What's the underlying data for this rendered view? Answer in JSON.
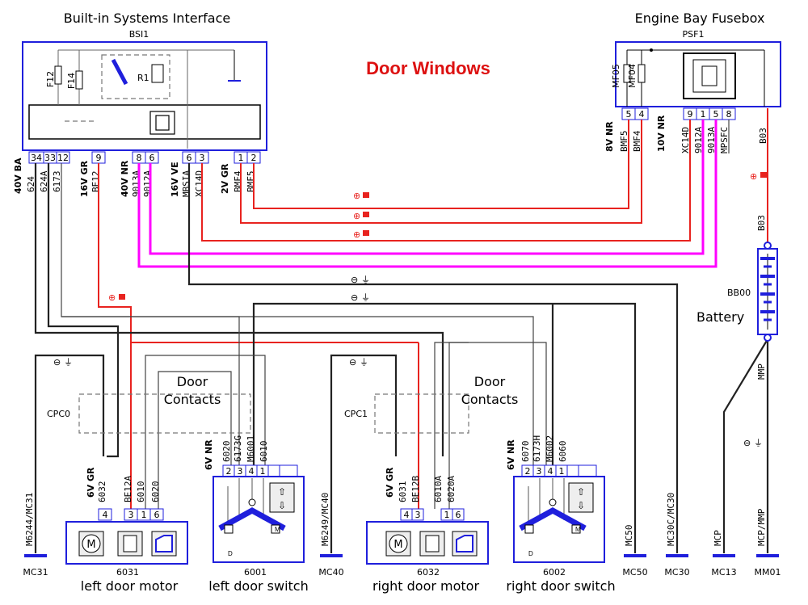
{
  "title": "Door Windows",
  "colors": {
    "title": "#dd1111",
    "box": "#1f1fdc",
    "red_wire": "#e8231f",
    "magenta_wire": "#ff00ff",
    "black_wire": "#222222"
  },
  "bsi": {
    "caption": "Built-in Systems Interface",
    "code": "BSI1",
    "fuse1": "F12",
    "fuse2": "F14",
    "relay": "R1",
    "pins": [
      "34",
      "33",
      "12",
      "9",
      "8",
      "6",
      "6",
      "3",
      "1",
      "2"
    ],
    "wires": [
      "624",
      "624A",
      "6173",
      "BE12",
      "9013A",
      "9012A",
      "MBSIA",
      "XC14D",
      "BMF4",
      "BMF5"
    ],
    "conn1": "40V BA",
    "conn2": "16V GR",
    "conn3": "40V NR",
    "conn4": "16V VE",
    "conn5": "2V GR"
  },
  "psf": {
    "caption": "Engine Bay Fusebox",
    "code": "PSF1",
    "fuse1": "MF05",
    "fuse2": "MF04",
    "pins_left": [
      "5",
      "4"
    ],
    "pins_right": [
      "9",
      "1",
      "5",
      "8"
    ],
    "wires_left": [
      "BMF5",
      "BMF4"
    ],
    "wires_right": [
      "XC14D",
      "9012A",
      "9013A",
      "MPSFC"
    ],
    "conn1": "8V NR",
    "conn2": "10V NR",
    "b03": "B03"
  },
  "battery": {
    "label": "Battery",
    "code": "BB00",
    "wire_top": "B03",
    "wire_bottom": "MMP"
  },
  "doors": {
    "left_contacts": "Door Contacts",
    "right_contacts": "Door Contacts",
    "cpc_left": "CPC0",
    "cpc_right": "CPC1"
  },
  "left_motor": {
    "label": "left door motor",
    "code": "6031",
    "conn": "6V GR",
    "pins": [
      "4",
      "3",
      "1",
      "6"
    ],
    "wires": [
      "6032",
      "BE12A",
      "6010",
      "6020"
    ]
  },
  "left_switch": {
    "label": "left door switch",
    "code": "6001",
    "conn": "6V NR",
    "pins": [
      "2",
      "3",
      "4",
      "1"
    ],
    "wires": [
      "6020",
      "6173G",
      "M6001",
      "6010"
    ]
  },
  "right_motor": {
    "label": "right door motor",
    "code": "6032",
    "conn": "6V GR",
    "pins": [
      "4",
      "3",
      "1",
      "6"
    ],
    "wires": [
      "6031",
      "BE12B",
      "6010A",
      "6020A"
    ]
  },
  "right_switch": {
    "label": "right door switch",
    "code": "6002",
    "conn": "6V NR",
    "pins": [
      "2",
      "3",
      "4",
      "1"
    ],
    "wires": [
      "6070",
      "6173H",
      "M6002",
      "6060"
    ]
  },
  "grounds": [
    {
      "wire": "M6244/MC31",
      "code": "MC31"
    },
    {
      "wire": "M6249/MC40",
      "code": "MC40"
    },
    {
      "wire": "MC50",
      "code": "MC50"
    },
    {
      "wire": "MC30C/MC30",
      "code": "MC30"
    },
    {
      "wire": "MCP",
      "code": "MC13"
    },
    {
      "wire": "MCP/MMP",
      "code": "MM01"
    }
  ],
  "symbols": {
    "plus": "⊕",
    "minus": "⊖"
  }
}
